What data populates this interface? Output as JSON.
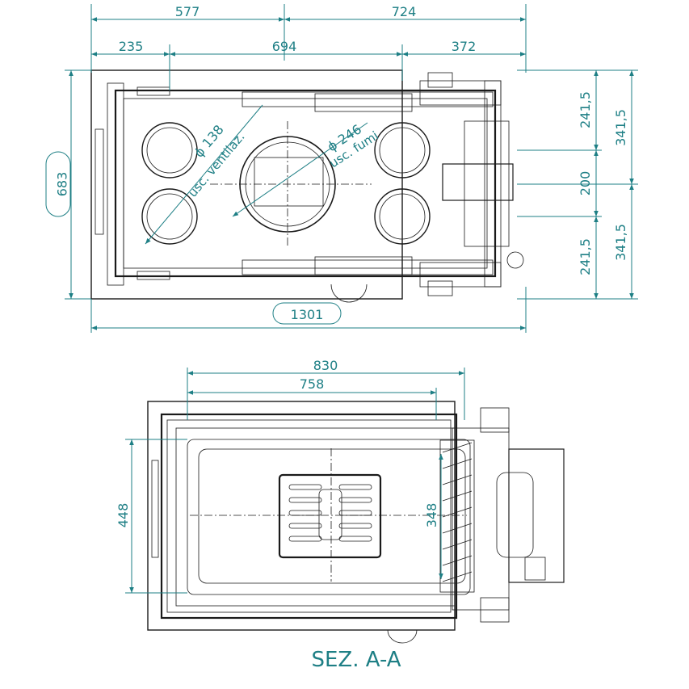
{
  "colors": {
    "dimension": "#1e7f85",
    "outline": "#1a1a1a",
    "background": "#ffffff"
  },
  "top_view": {
    "dims": {
      "w577": "577",
      "w724": "724",
      "w235": "235",
      "w694": "694",
      "w372": "372",
      "h683": "683",
      "w1301": "1301",
      "r241a": "241,5",
      "r200": "200",
      "r241b": "241,5",
      "r341a": "341,5",
      "r341b": "341,5"
    },
    "callouts": {
      "small_diam": "ϕ 138",
      "small_label": "usc. ventilaz.",
      "large_diam": "ϕ 246",
      "large_label": "usc. fumi"
    }
  },
  "section_view": {
    "dims": {
      "w830": "830",
      "w758": "758",
      "h448": "448",
      "h348": "348"
    },
    "label": "SEZ. A-A"
  }
}
